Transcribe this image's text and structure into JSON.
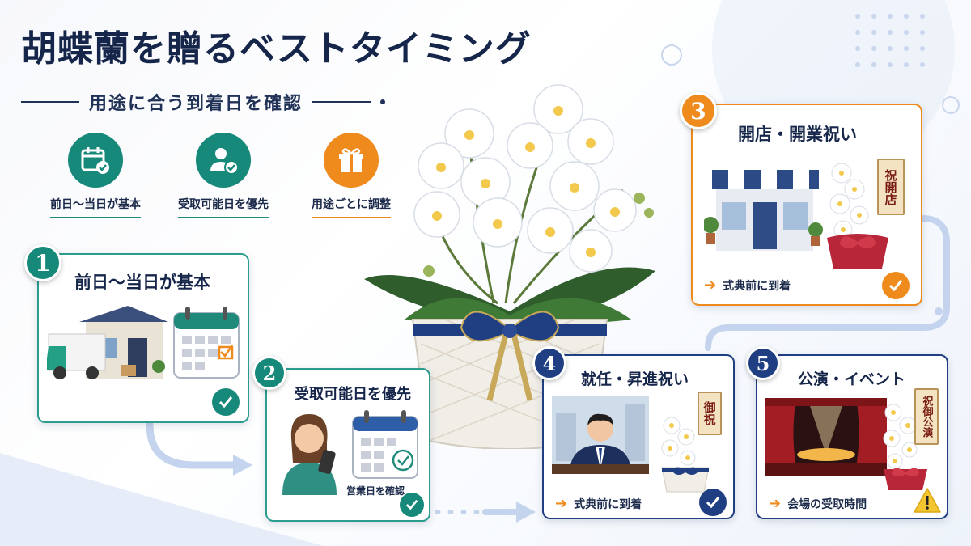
{
  "header": {
    "title": "胡蝶蘭を贈るベストタイミング",
    "subtitle": "用途に合う到着日を確認"
  },
  "features": [
    {
      "label": "前日〜当日が基本",
      "icon": "calendar-check-icon",
      "color": "#16897a"
    },
    {
      "label": "受取可能日を優先",
      "icon": "person-check-icon",
      "color": "#16897a"
    },
    {
      "label": "用途ごとに調整",
      "icon": "gift-icon",
      "color": "#ef8a1c"
    }
  ],
  "cards": {
    "c1": {
      "number": "1",
      "title": "前日〜当日が基本"
    },
    "c2": {
      "number": "2",
      "title": "受取可能日を優先",
      "caption": "営業日を確認"
    },
    "c3": {
      "number": "3",
      "title": "開店・開業祝い",
      "note": "式典前に到着",
      "sign_top": "祝",
      "sign_bottom": "開店"
    },
    "c4": {
      "number": "4",
      "title": "就任・昇進祝い",
      "note": "式典前に到着",
      "sign": "御祝"
    },
    "c5": {
      "number": "5",
      "title": "公演・イベント",
      "note": "会場の受取時間",
      "sign_top": "祝",
      "sign_bottom": "御公演"
    }
  },
  "colors": {
    "teal": "#16897a",
    "orange": "#ef8a1c",
    "navy": "#1f3f82",
    "title": "#16264a"
  }
}
